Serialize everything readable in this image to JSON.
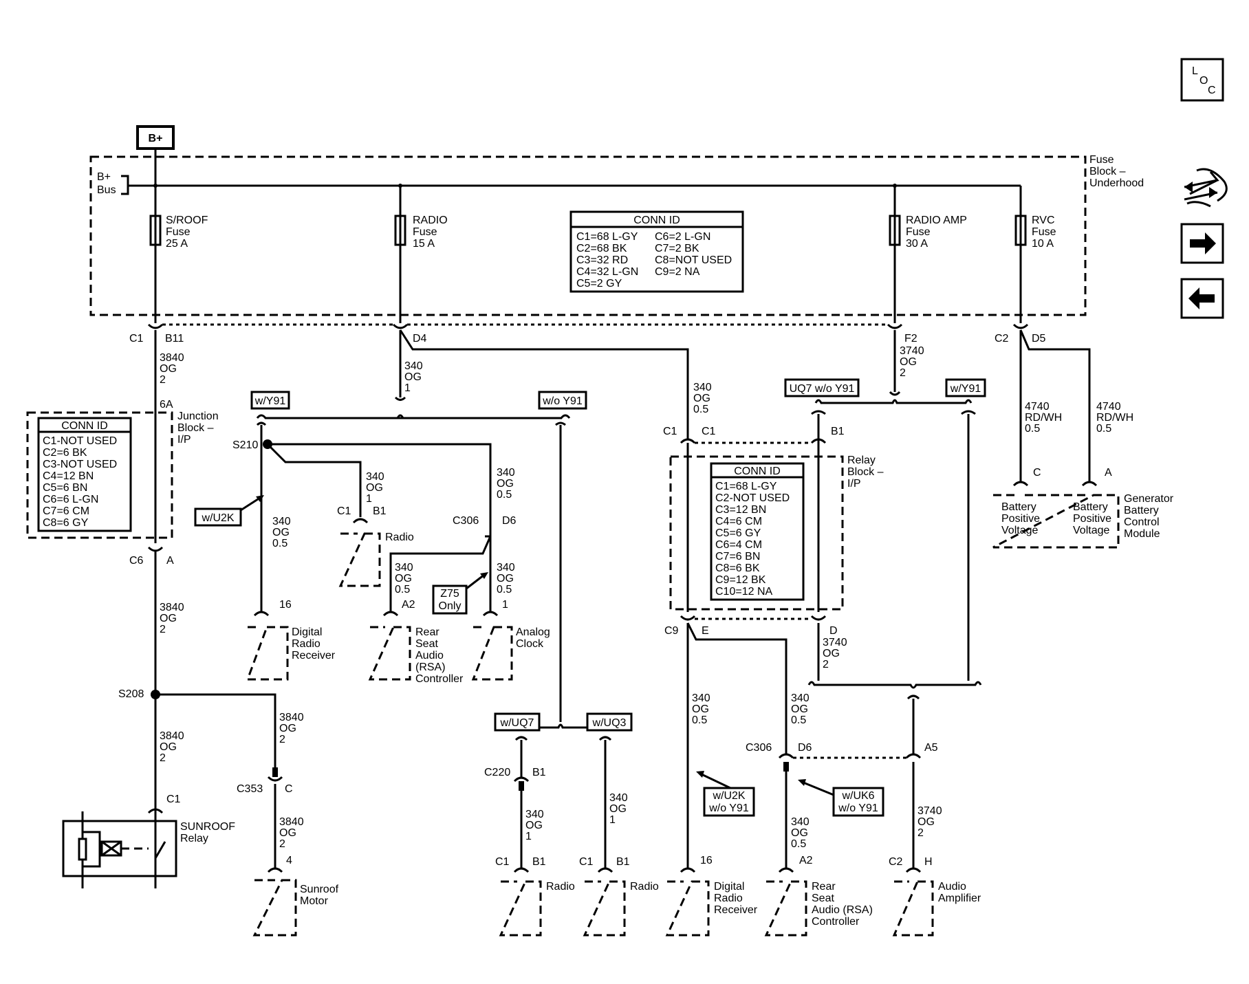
{
  "power": {
    "label": "B+"
  },
  "bus": {
    "line1": "B+",
    "line2": "Bus"
  },
  "fuse_block": {
    "line1": "Fuse",
    "line2": "Block –",
    "line3": "Underhood"
  },
  "fuses": [
    {
      "name": "S/ROOF",
      "word": "Fuse",
      "rating": "25 A"
    },
    {
      "name": "RADIO",
      "word": "Fuse",
      "rating": "15 A"
    },
    {
      "name": "RADIO AMP",
      "word": "Fuse",
      "rating": "30 A"
    },
    {
      "name": "RVC",
      "word": "Fuse",
      "rating": "10 A"
    }
  ],
  "conn_fuse_block": {
    "title": "CONN ID",
    "left": [
      "C1=68 L-GY",
      "C2=68 BK",
      "C3=32 RD",
      "C4=32 L-GN",
      "C5=2 GY"
    ],
    "right": [
      "C6=2 L-GN",
      "C7=2 BK",
      "C8=NOT USED",
      "C9=2 NA"
    ]
  },
  "conn_junction": {
    "title": "CONN ID",
    "rows": [
      "C1-NOT USED",
      "C2=6 BK",
      "C3-NOT USED",
      "C4=12 BN",
      "C5=6 BN",
      "C6=6 L-GN",
      "C7=6 CM",
      "C8=6 GY"
    ]
  },
  "conn_relay": {
    "title": "CONN ID",
    "rows": [
      "C1=68 L-GY",
      "C2-NOT USED",
      "C3=12 BN",
      "C4=6 CM",
      "C5=6 GY",
      "C6=4 CM",
      "C7=6 BN",
      "C8=6 BK",
      "C9=12 BK",
      "C10=12 NA"
    ]
  },
  "junction_block": {
    "line1": "Junction",
    "line2": "Block –",
    "line3": "I/P"
  },
  "relay_block": {
    "line1": "Relay",
    "line2": "Block –",
    "line3": "I/P"
  },
  "options": {
    "w_y91_a": "w/Y91",
    "wo_y91_a": "w/o Y91",
    "uq7_wo_y91": "UQ7 w/o Y91",
    "w_y91_b": "w/Y91",
    "w_u2k": "w/U2K",
    "z75_l1": "Z75",
    "z75_l2": "Only",
    "w_uq7": "w/UQ7",
    "w_uq3": "w/UQ3",
    "w_u2k_wo_l1": "w/U2K",
    "w_u2k_wo_l2": "w/o Y91",
    "w_uk6_l1": "w/UK6",
    "w_uk6_l2": "w/o Y91"
  },
  "connectors": {
    "c1": "C1",
    "b11": "B11",
    "d4": "D4",
    "f2": "F2",
    "c2": "C2",
    "d5": "D5",
    "a6": "6A",
    "s210": "S210",
    "c1_radio": "C1",
    "b1_radio": "B1",
    "c306_a": "C306",
    "d6_a": "D6",
    "a2_a": "A2",
    "p1_clock": "1",
    "p16_a": "16",
    "c6": "C6",
    "a_c6": "A",
    "s208": "S208",
    "c353": "C353",
    "c_c353": "C",
    "c1_relay": "C1",
    "p4": "4",
    "c1_rb_left": "C1",
    "c1_rb_right": "C1",
    "b1_rb": "B1",
    "c9": "C9",
    "e_c9": "E",
    "d_rb": "D",
    "c_gen": "C",
    "a_gen": "A",
    "c220": "C220",
    "b1_c220": "B1",
    "c1_r1": "C1",
    "b1_r1": "B1",
    "c1_r2": "C1",
    "b1_r2": "B1",
    "p16_b": "16",
    "c306_b": "C306",
    "d6_b": "D6",
    "a5": "A5",
    "a2_b": "A2",
    "c2_amp": "C2",
    "h_amp": "H"
  },
  "wires": {
    "w3840_1": [
      "3840",
      "OG",
      "2"
    ],
    "w340_d4": [
      "340",
      "OG",
      "1"
    ],
    "w340_c1": [
      "340",
      "OG",
      "0.5"
    ],
    "w3740_f2": [
      "3740",
      "OG",
      "2"
    ],
    "w4740_c": [
      "4740",
      "RD/WH",
      "0.5"
    ],
    "w4740_a": [
      "4740",
      "RD/WH",
      "0.5"
    ],
    "w340_radio": [
      "340",
      "OG",
      "1"
    ],
    "w340_s210": [
      "340",
      "OG",
      "0.5"
    ],
    "w340_d6": [
      "340",
      "OG",
      "0.5"
    ],
    "w340_dr": [
      "340",
      "OG",
      "0.5"
    ],
    "w340_rsa": [
      "340",
      "OG",
      "0.5"
    ],
    "w340_clock": [
      "340",
      "OG",
      "0.5"
    ],
    "w3840_2": [
      "3840",
      "OG",
      "2"
    ],
    "w3840_3": [
      "3840",
      "OG",
      "2"
    ],
    "w3840_4": [
      "3840",
      "OG",
      "2"
    ],
    "w3840_5": [
      "3840",
      "OG",
      "2"
    ],
    "w3740_d": [
      "3740",
      "OG",
      "2"
    ],
    "w340_e": [
      "340",
      "OG",
      "0.5"
    ],
    "w340_mid": [
      "340",
      "OG",
      "0.5"
    ],
    "w340_c220": [
      "340",
      "OG",
      "1"
    ],
    "w340_uq3": [
      "340",
      "OG",
      "1"
    ],
    "w340_rsa2": [
      "340",
      "OG",
      "0.5"
    ],
    "w3740_amp": [
      "3740",
      "OG",
      "2"
    ]
  },
  "components": {
    "radio_top": "Radio",
    "drr_a": [
      "Digital",
      "Radio",
      "Receiver"
    ],
    "rsa_a": [
      "Rear",
      "Seat",
      "Audio",
      "(RSA)",
      "Controller"
    ],
    "clock": [
      "Analog",
      "Clock"
    ],
    "sunroof_relay": [
      "SUNROOF",
      "Relay"
    ],
    "sunroof_motor": [
      "Sunroof",
      "Motor"
    ],
    "radio_1": "Radio",
    "radio_2": "Radio",
    "drr_b": [
      "Digital",
      "Radio",
      "Receiver"
    ],
    "rsa_b": [
      "Rear",
      "Seat",
      "Audio (RSA)",
      "Controller"
    ],
    "amp": [
      "Audio",
      "Amplifier"
    ],
    "gen_c": [
      "Battery",
      "Positive",
      "Voltage"
    ],
    "gen_a": [
      "Battery",
      "Positive",
      "Voltage"
    ],
    "gen_module": [
      "Generator",
      "Battery",
      "Control",
      "Module"
    ]
  },
  "nav": {
    "loc_l": "L",
    "loc_o": "O",
    "loc_c": "C",
    "loc_icon": "loc-icon",
    "tools_icon": "wrench-tools-icon",
    "next_icon": "arrow-right-icon",
    "prev_icon": "arrow-left-icon"
  }
}
